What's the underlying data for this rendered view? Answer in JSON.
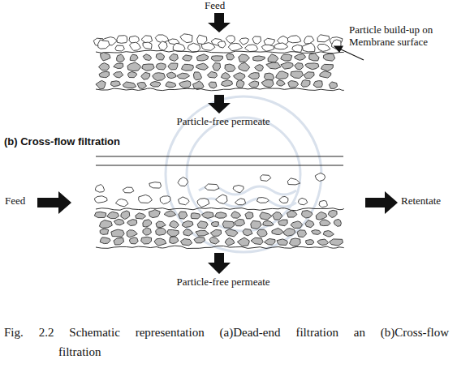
{
  "diagram": {
    "caption": "Fig. 2.2 Schematic representation (a)Dead-end filtration an (b)Cross-flow filtration",
    "labels": [
      "Feed",
      "Particle build-up on Membrane surface",
      "Particle-free permeate",
      "(b) Cross-flow filtration",
      "Feed",
      "Retentate",
      "Particle-free permeate"
    ]
  }
}
